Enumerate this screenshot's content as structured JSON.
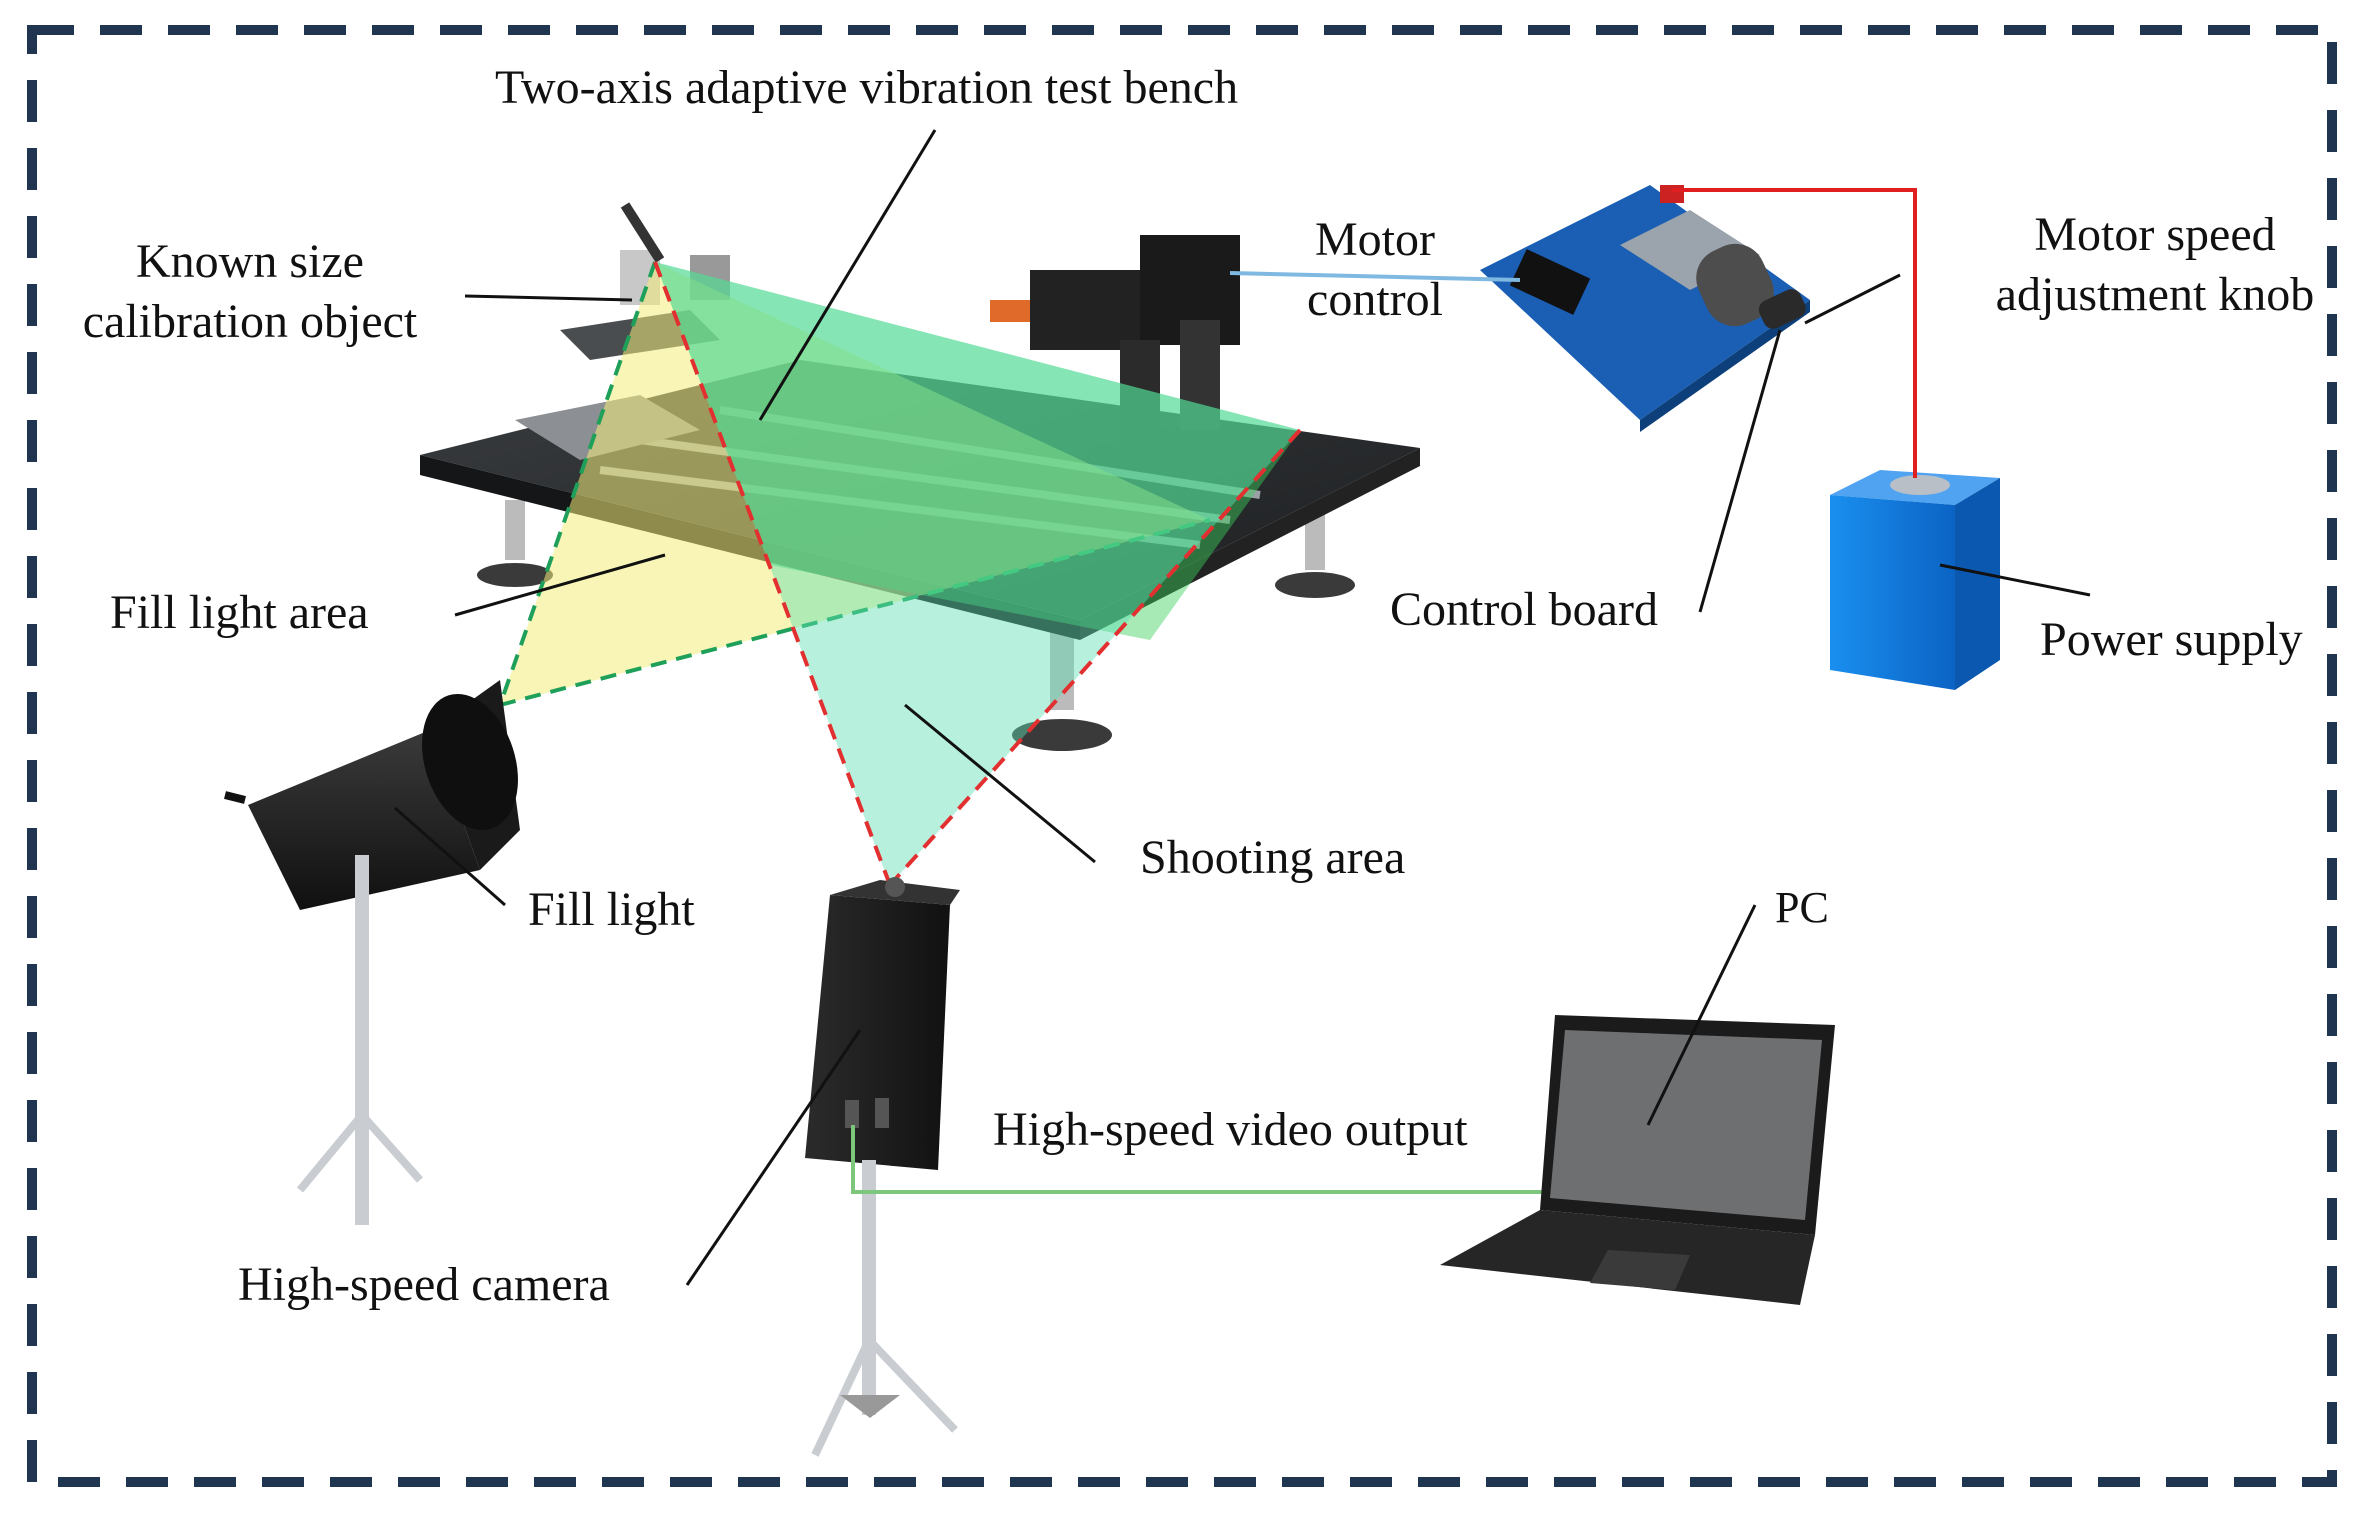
{
  "labels": {
    "title": "Two-axis adaptive vibration test bench",
    "calibration_line1": "Known size",
    "calibration_line2": "calibration object",
    "motor_control_line1": "Motor",
    "motor_control_line2": "control",
    "motor_speed_line1": "Motor speed",
    "motor_speed_line2": "adjustment knob",
    "fill_light_area": "Fill light area",
    "control_board": "Control board",
    "power_supply": "Power supply",
    "shooting_area": "Shooting area",
    "fill_light": "Fill light",
    "pc": "PC",
    "video_output": "High-speed video output",
    "camera": "High-speed camera"
  },
  "colors": {
    "border": "#1f3550",
    "bench_plate": "#2a2c2e",
    "green_zone": "#3bd15a",
    "yellow_zone": "#f2ec7a",
    "cyan_zone": "#5fe0b4",
    "red_dash": "#e23030",
    "green_dash": "#1fa05a",
    "board_blue": "#1a5fb4",
    "power_blue": "#1480e0",
    "wire_red": "#e02020",
    "cable_green": "#7cc77c",
    "cable_blue": "#7fb8e0"
  }
}
